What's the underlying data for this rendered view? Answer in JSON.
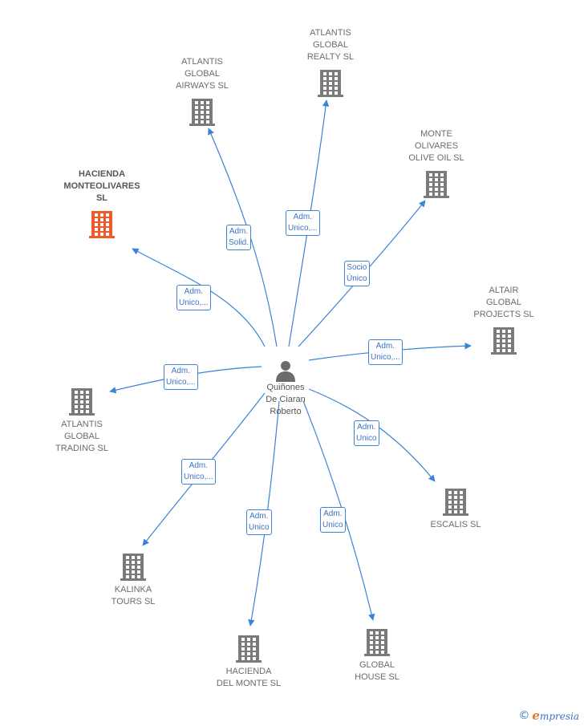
{
  "colors": {
    "edge": "#3a83d6",
    "building": "#7a7a7a",
    "highlight": "#ee5a2a",
    "person": "#6b6b6b"
  },
  "center": {
    "name_lines": [
      "Quiñones",
      "De Ciaran",
      "Roberto"
    ],
    "icon": "person-icon"
  },
  "companies": [
    {
      "key": "hacienda-monteolivares",
      "lines": [
        "HACIENDA",
        "MONTEOLIVARES",
        "SL"
      ],
      "highlight": true
    },
    {
      "key": "atlantis-global-airways",
      "lines": [
        "ATLANTIS",
        "GLOBAL",
        "AIRWAYS  SL"
      ]
    },
    {
      "key": "atlantis-global-realty",
      "lines": [
        "ATLANTIS",
        "GLOBAL",
        "REALTY  SL"
      ]
    },
    {
      "key": "monte-olivares-olive-oil",
      "lines": [
        "MONTE",
        "OLIVARES",
        "OLIVE OIL SL"
      ]
    },
    {
      "key": "altair-global-projects",
      "lines": [
        "ALTAIR",
        "GLOBAL",
        "PROJECTS  SL"
      ]
    },
    {
      "key": "atlantis-global-trading",
      "lines": [
        "ATLANTIS",
        "GLOBAL",
        "TRADING  SL"
      ]
    },
    {
      "key": "escalis",
      "lines": [
        "ESCALIS SL"
      ]
    },
    {
      "key": "kalinka-tours",
      "lines": [
        "KALINKA",
        "TOURS  SL"
      ]
    },
    {
      "key": "hacienda-del-monte",
      "lines": [
        "HACIENDA",
        "DEL MONTE SL"
      ]
    },
    {
      "key": "global-house",
      "lines": [
        "GLOBAL",
        "HOUSE  SL"
      ]
    }
  ],
  "edges": [
    {
      "to": "hacienda-monteolivares",
      "lines": [
        "Adm.",
        "Unico,..."
      ]
    },
    {
      "to": "atlantis-global-airways",
      "lines": [
        "Adm.",
        "Solid."
      ]
    },
    {
      "to": "atlantis-global-realty",
      "lines": [
        "Adm.",
        "Unico,..."
      ]
    },
    {
      "to": "monte-olivares-olive-oil",
      "lines": [
        "Socio",
        "Único"
      ]
    },
    {
      "to": "altair-global-projects",
      "lines": [
        "Adm.",
        "Unico,..."
      ]
    },
    {
      "to": "atlantis-global-trading",
      "lines": [
        "Adm.",
        "Unico,..."
      ]
    },
    {
      "to": "escalis",
      "lines": [
        "Adm.",
        "Unico"
      ]
    },
    {
      "to": "kalinka-tours",
      "lines": [
        "Adm.",
        "Unico,..."
      ]
    },
    {
      "to": "hacienda-del-monte",
      "lines": [
        "Adm.",
        "Unico"
      ]
    },
    {
      "to": "global-house",
      "lines": [
        "Adm.",
        "Unico"
      ]
    }
  ],
  "watermark": {
    "symbol": "©",
    "brand_initial": "e",
    "brand_rest": "mpresia"
  }
}
